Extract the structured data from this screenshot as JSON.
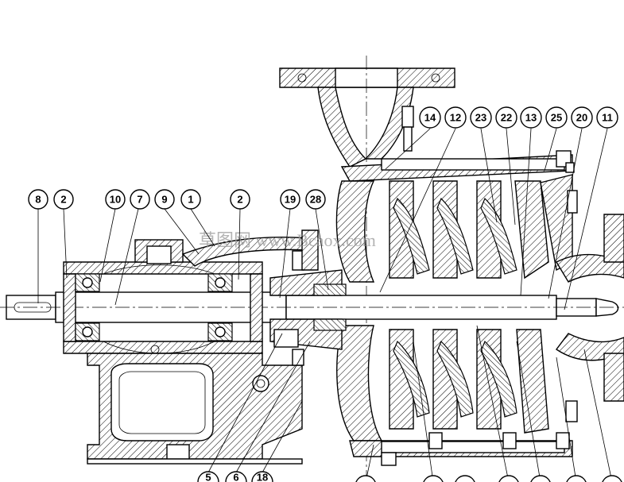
{
  "watermark": "草图网 www.Bcaox.com",
  "callouts": [
    {
      "id": "c8",
      "label": "8"
    },
    {
      "id": "c2a",
      "label": "2"
    },
    {
      "id": "c10",
      "label": "10"
    },
    {
      "id": "c7",
      "label": "7"
    },
    {
      "id": "c9",
      "label": "9"
    },
    {
      "id": "c1",
      "label": "1"
    },
    {
      "id": "c2b",
      "label": "2"
    },
    {
      "id": "c19",
      "label": "19"
    },
    {
      "id": "c28",
      "label": "28"
    },
    {
      "id": "c14",
      "label": "14"
    },
    {
      "id": "c12",
      "label": "12"
    },
    {
      "id": "c23",
      "label": "23"
    },
    {
      "id": "c22",
      "label": "22"
    },
    {
      "id": "c13",
      "label": "13"
    },
    {
      "id": "c25",
      "label": "25"
    },
    {
      "id": "c20",
      "label": "20"
    },
    {
      "id": "c11",
      "label": "11"
    },
    {
      "id": "c5",
      "label": "5"
    },
    {
      "id": "c6",
      "label": "6"
    },
    {
      "id": "c18",
      "label": "18"
    }
  ],
  "colors": {
    "line": "#000000",
    "background": "#ffffff",
    "watermark": "#9a9a9a"
  }
}
